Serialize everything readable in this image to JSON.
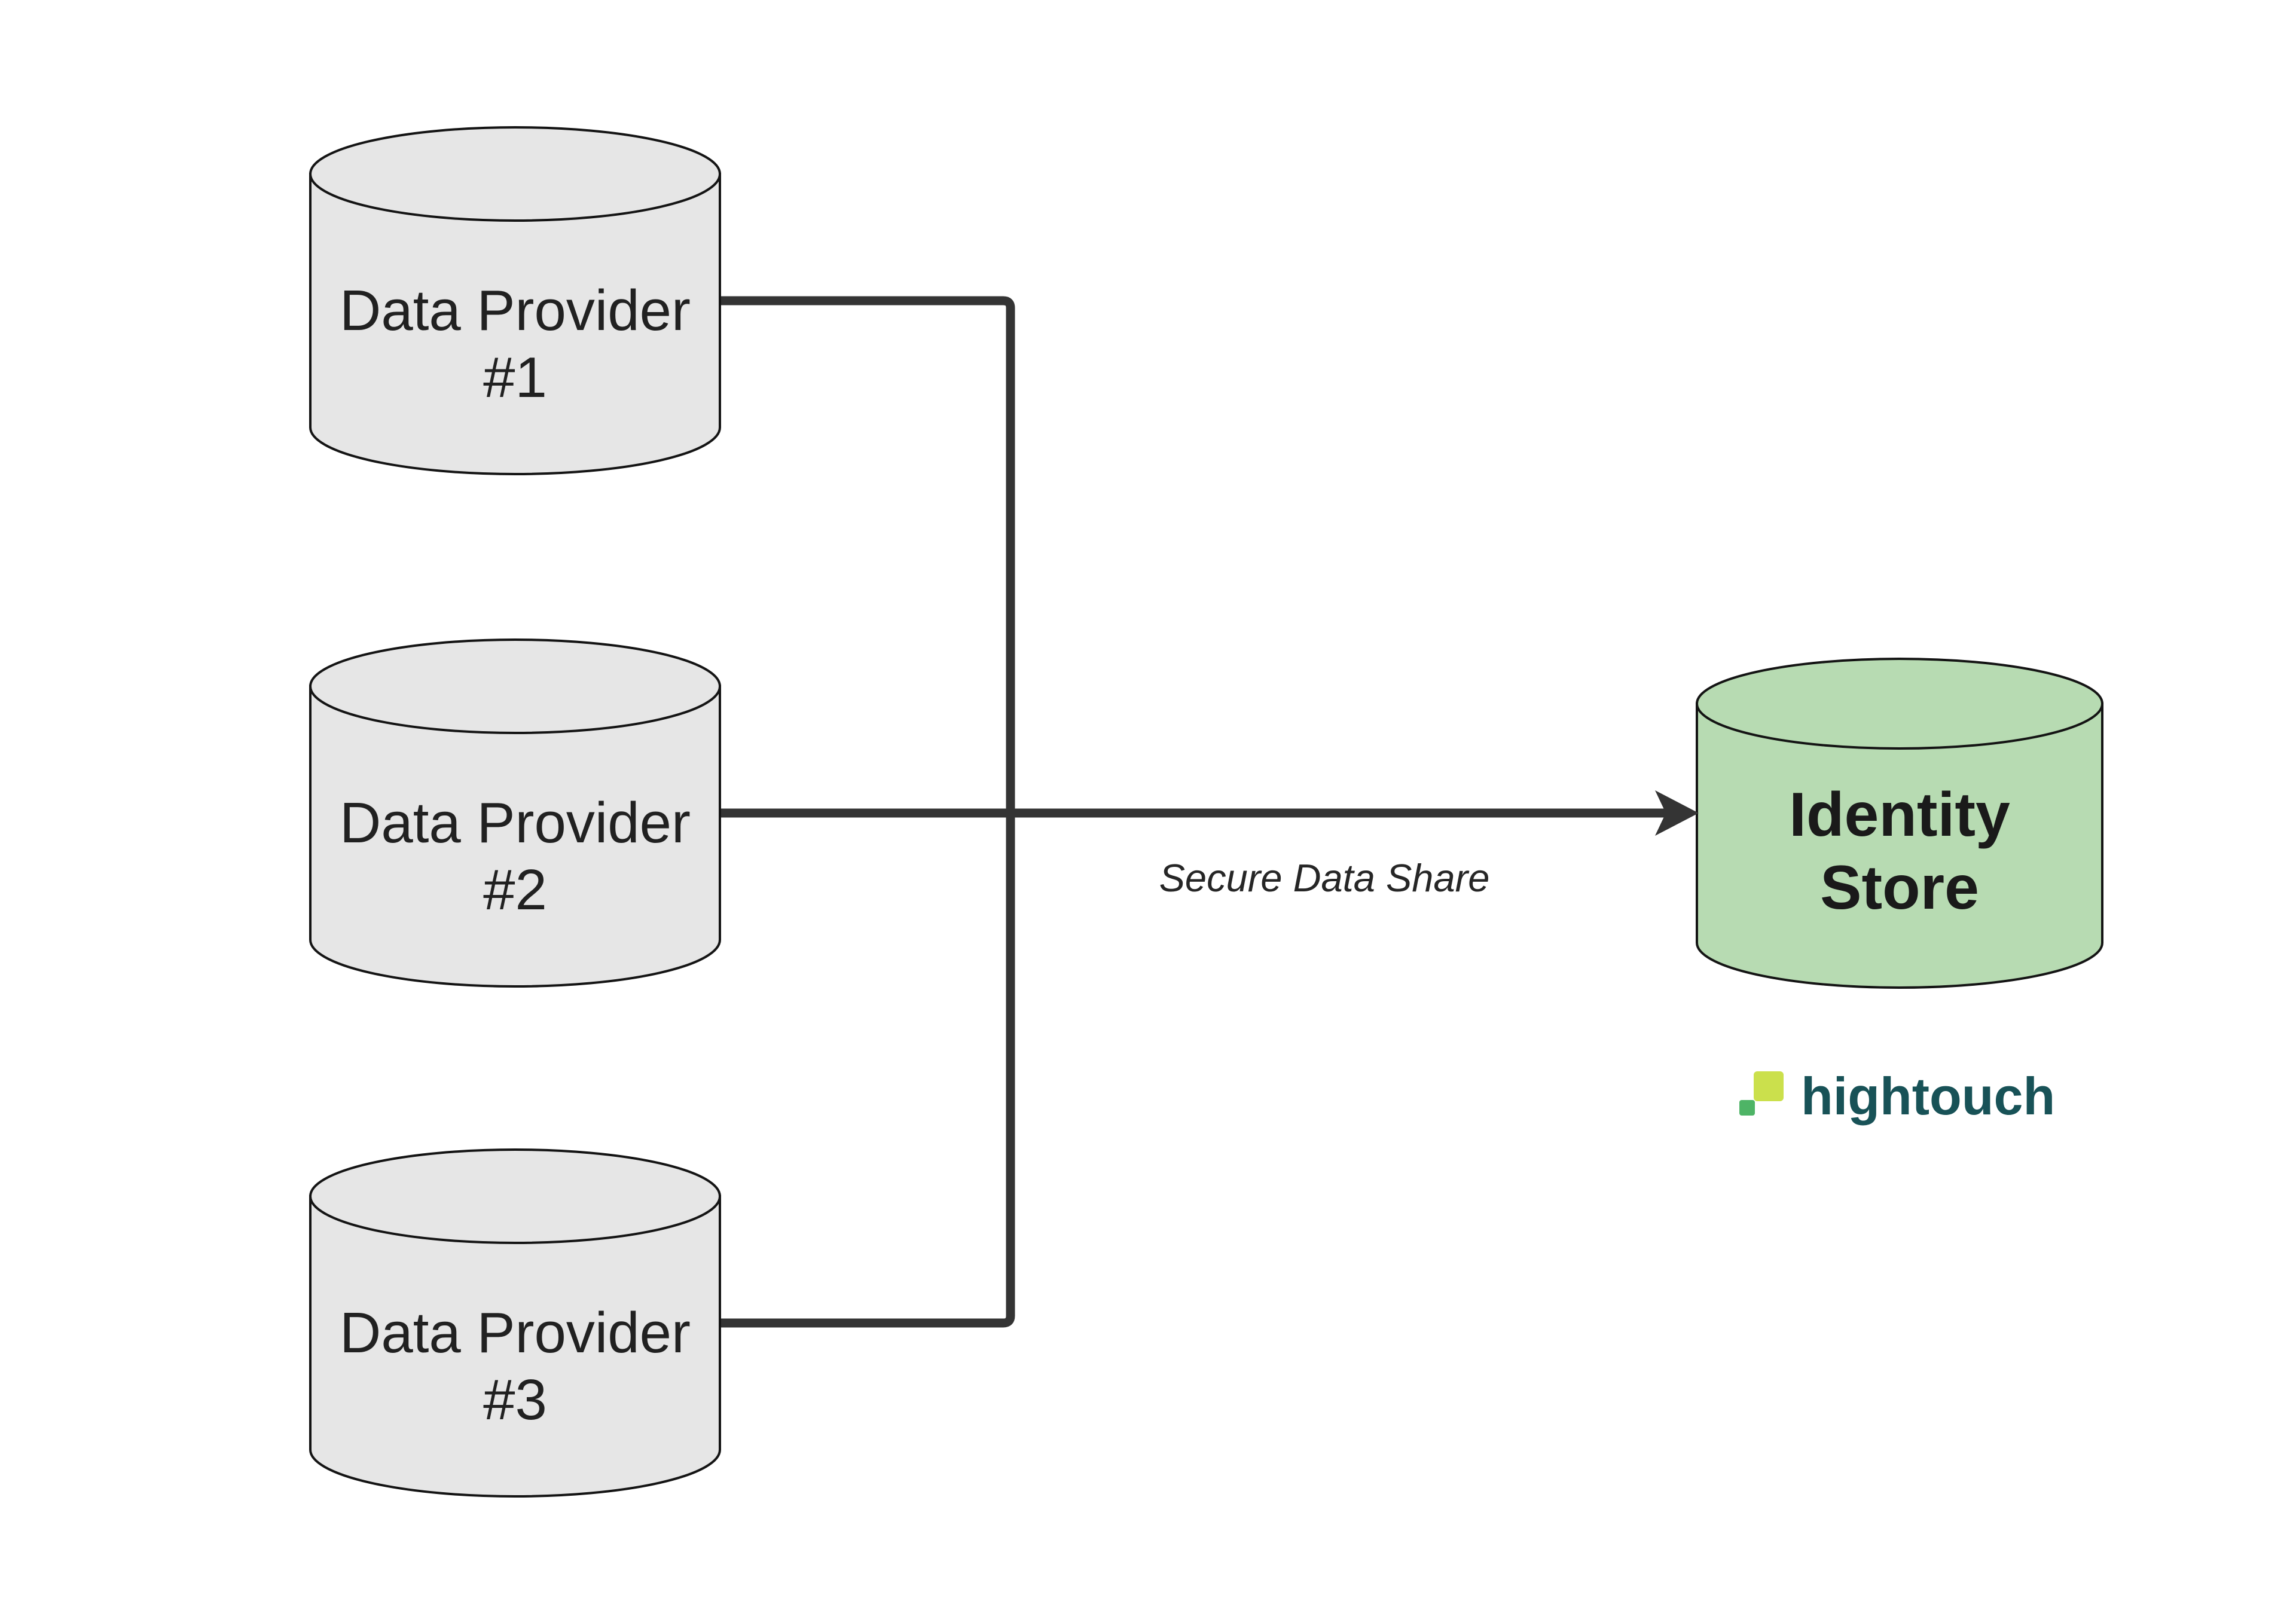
{
  "diagram": {
    "providers": [
      {
        "name": "Data Provider #1",
        "line1": "Data Provider",
        "line2": "#1"
      },
      {
        "name": "Data Provider #2",
        "line1": "Data Provider",
        "line2": "#2"
      },
      {
        "name": "Data Provider #3",
        "line1": "Data Provider",
        "line2": "#3"
      }
    ],
    "identity_store": {
      "name": "Identity Store",
      "line1": "Identity",
      "line2": "Store"
    },
    "edge_label": "Secure Data Share",
    "colors": {
      "provider_fill": "#e6e6e6",
      "identity_fill": "#b7dbb2",
      "shape_stroke": "#141414",
      "connector": "#343434",
      "text": "#212121",
      "logo_lime": "#cbe04c",
      "logo_green": "#4eb466",
      "logo_teal": "#185257"
    }
  },
  "branding": {
    "wordmark": "hightouch",
    "icon": "hightouch-squares-icon"
  }
}
